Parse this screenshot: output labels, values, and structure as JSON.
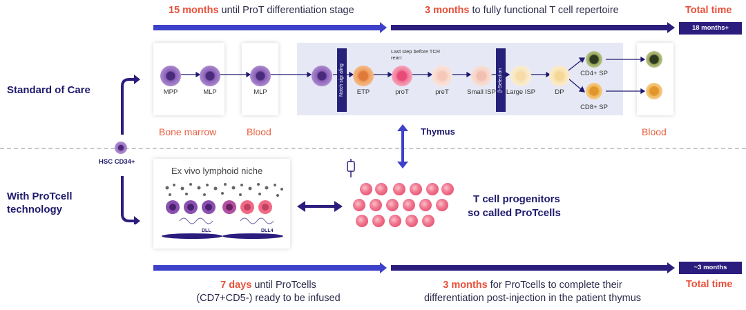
{
  "top": {
    "header1_bold": "15 months",
    "header1_rest": " until ProT differentiation stage",
    "header2_bold": "3 months",
    "header2_rest": " to fully functional T cell repertoire",
    "total_label": "Total time",
    "total_value": "18 months+"
  },
  "rows": {
    "standard": "Standard of Care",
    "protcell": "With ProTcell technology",
    "hsc": "HSC CD34+"
  },
  "locations": {
    "bone_marrow": "Bone marrow",
    "blood1": "Blood",
    "thymus": "Thymus",
    "blood2": "Blood"
  },
  "cells": {
    "mpp": "MPP",
    "mlp1": "MLP",
    "mlp2": "MLP",
    "notch": "Notch signaling",
    "etp": "ETP",
    "prot": "proT",
    "pret": "preT",
    "small_isp": "Small ISP",
    "beta": "β-Selection",
    "large_isp": "Large ISP",
    "dp": "DP",
    "cd4": "CD4+ SP",
    "cd8": "CD8+ SP",
    "note": "Last step before TCR rearr"
  },
  "niche": {
    "title": "Ex vivo lymphoid niche",
    "dll": "DLL",
    "dll4": "DLL4"
  },
  "progenitors": {
    "line1": "T cell progenitors",
    "line2": "so called ProTcells"
  },
  "bottom": {
    "tag": "~3 months",
    "total_label": "Total time",
    "left_bold": "7 days",
    "left_rest": " until ProTcells",
    "left_line2": "(CD7+CD5-) ready to be infused",
    "right_bold": "3 months",
    "right_rest": " for ProTcells to complete their",
    "right_line2": "differentiation post-injection in the patient thymus"
  },
  "colors": {
    "navy": "#2a1d7d",
    "blue": "#3d40c8",
    "accent": "#e8503a",
    "purple": "#8a50b0",
    "pink": "#f06a85"
  }
}
